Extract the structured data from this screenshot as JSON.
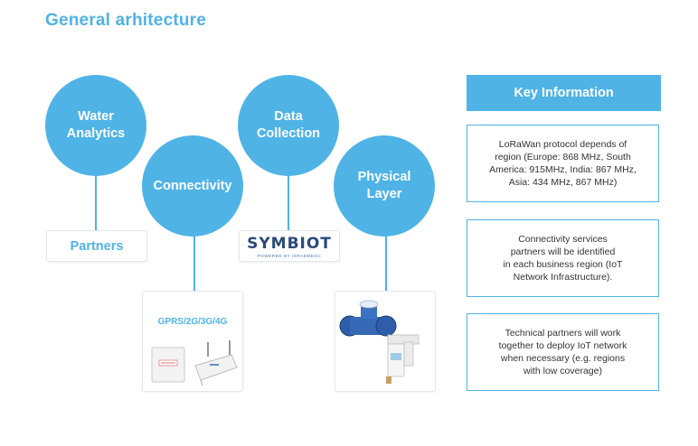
{
  "title": "General arhitecture",
  "nodes": {
    "water_analytics": "Water\nAnalytics",
    "connectivity": "Connectivity",
    "data_collection": "Data\nCollection",
    "physical_layer": "Physical\nLayer"
  },
  "cards": {
    "partners": "Partners",
    "symbiot_logo": "SYMBIOT",
    "symbiot_tagline": "POWERED BY ISRAEMEGC",
    "gprs": "GPRS/2G/3G/4G"
  },
  "key_information": {
    "header": "Key Information",
    "items": [
      "LoRaWan protocol depends of\nregion (Europe: 868 MHz, South\nAmerica: 915MHz, India: 867 MHz,\nAsia: 434 MHz, 867 MHz)",
      "Connectivity services\npartners will be identified\nin each business region (IoT\nNetwork Infrastructure).",
      "Technical partners will work\ntogether to deploy IoT network\nwhen necessary (e.g. regions\nwith low coverage)"
    ]
  },
  "colors": {
    "accent": "#4fb3e6",
    "logo_navy": "#2a4a78"
  }
}
